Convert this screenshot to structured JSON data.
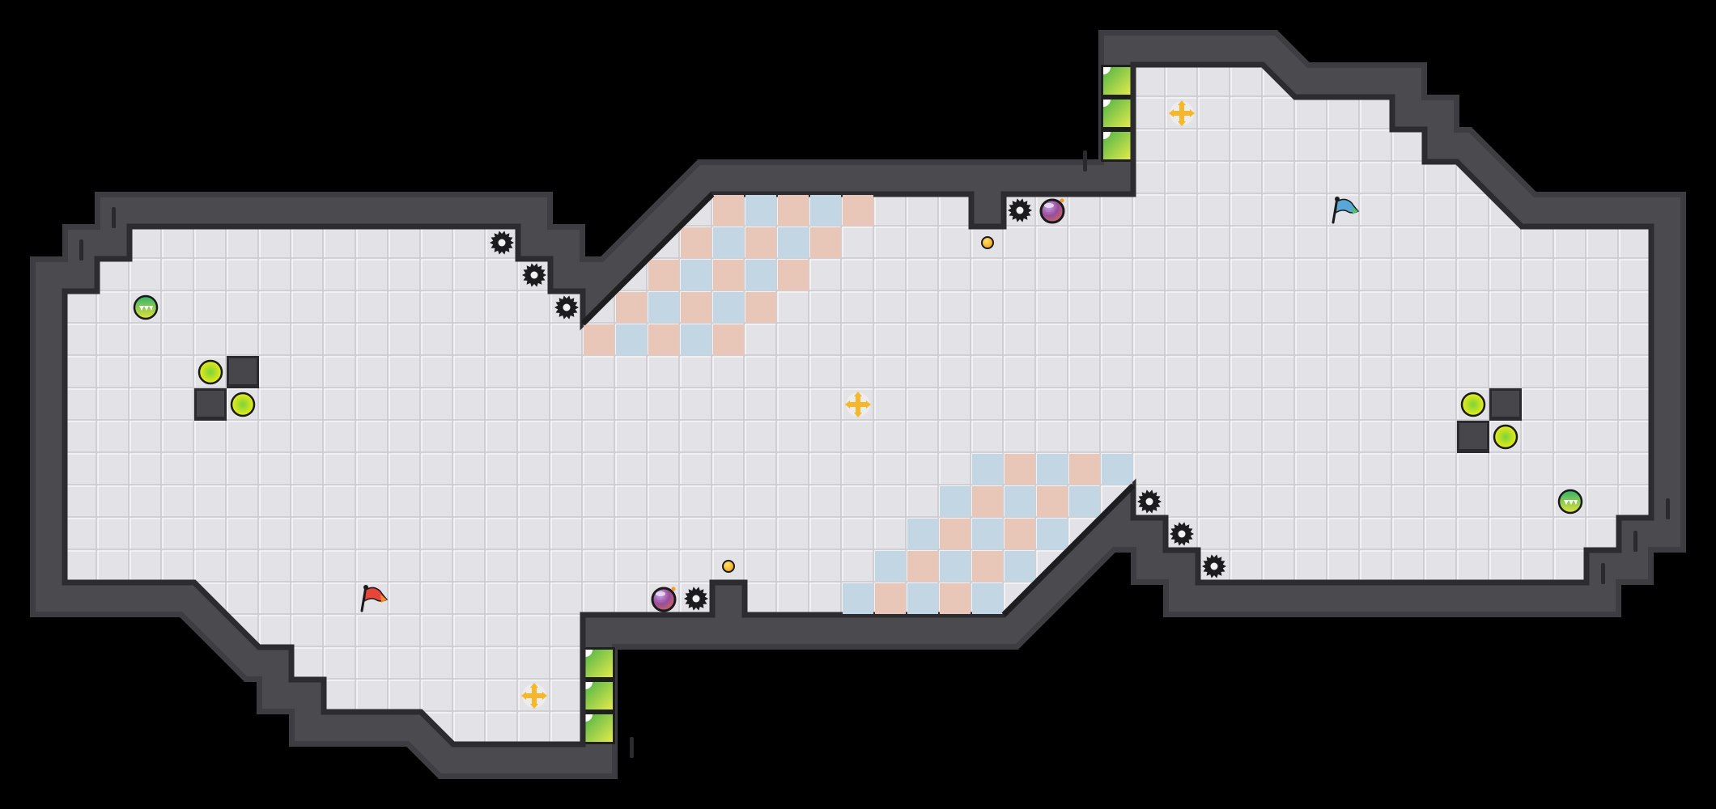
{
  "game": {
    "view": "level-map",
    "colors": {
      "background": "#000000",
      "wall": "#4b4a4f",
      "wall_edge": "#2c2b2f",
      "floor": "#e3e3e7",
      "floor_line": "#cfcfd4",
      "checker_pink": "#e8c6b8",
      "checker_blue": "#c2d6e4",
      "block": "#47464b",
      "exit_block_green": "#6cc04a",
      "exit_block_yellow": "#d8e64a",
      "saw": "#1c1c1e",
      "bomb": "#a24a8a",
      "coin": "#f3b51c",
      "lime_ball": "#c9e01a",
      "teeth_ball": "#4fbf6a",
      "cross": "#f5b82a",
      "flag_red": "#e8453a",
      "flag_blue": "#5aa6d6"
    },
    "entities": {
      "saw_blades": 8,
      "bombs": 2,
      "coins": 2,
      "lime_balls": 4,
      "teeth_balls": 2,
      "move_crosses": 3,
      "flags": [
        "red",
        "blue"
      ],
      "exit_blocks": 6,
      "solid_blocks": 4
    }
  }
}
